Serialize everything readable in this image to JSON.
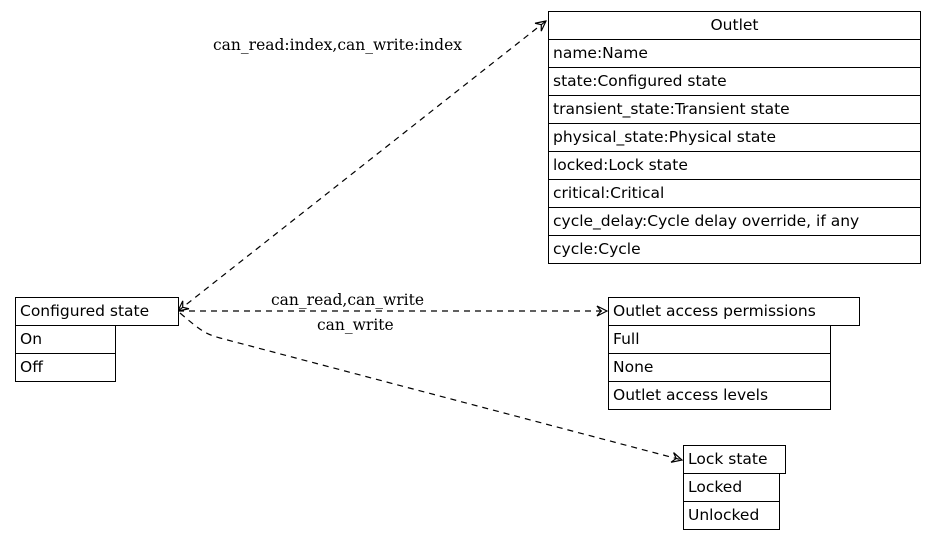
{
  "nodes": {
    "outlet": {
      "title": "Outlet",
      "fields": [
        "name:Name",
        "state:Configured state",
        "transient_state:Transient state",
        "physical_state:Physical state",
        "locked:Lock state",
        "critical:Critical",
        "cycle_delay:Cycle delay override, if any",
        "cycle:Cycle"
      ]
    },
    "configured_state": {
      "title": "Configured state",
      "fields": [
        "On",
        "Off"
      ]
    },
    "outlet_access_permissions": {
      "title": "Outlet access permissions",
      "fields": [
        "Full",
        "None",
        "Outlet access levels"
      ]
    },
    "lock_state": {
      "title": "Lock state",
      "fields": [
        "Locked",
        "Unlocked"
      ]
    }
  },
  "edges": {
    "to_outlet": "can_read:index,can_write:index",
    "to_permissions": "can_read,can_write",
    "to_lock_state": "can_write"
  }
}
